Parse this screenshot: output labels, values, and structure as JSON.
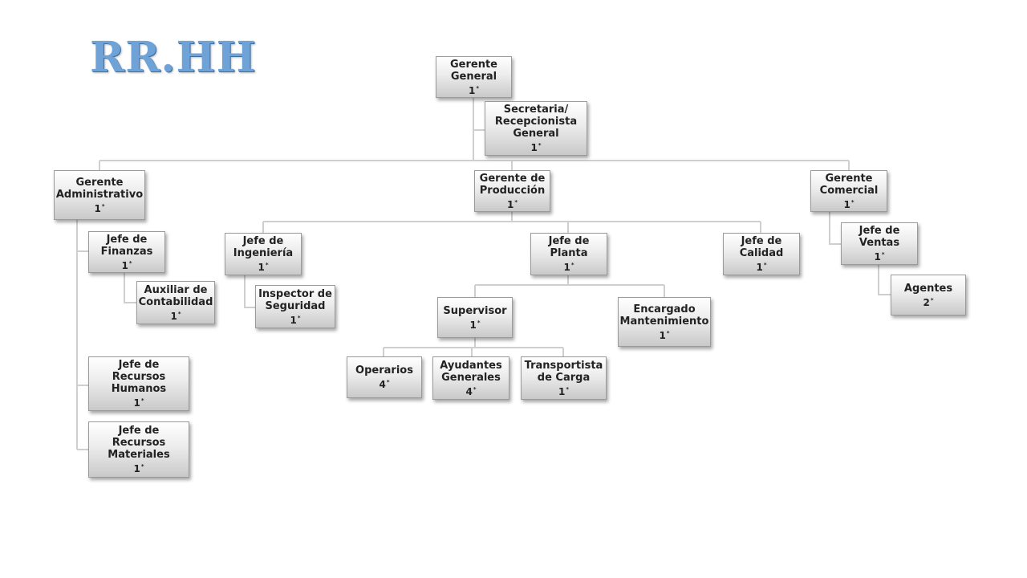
{
  "title": "RR.HH",
  "nodes": {
    "gerente_general": {
      "label": "Gerente\nGeneral",
      "count": "1"
    },
    "secretaria": {
      "label": "Secretaria/\nRecepcionista\nGeneral",
      "count": "1"
    },
    "gerente_administrativo": {
      "label": "Gerente\nAdministrativo",
      "count": "1"
    },
    "gerente_produccion": {
      "label": "Gerente de\nProducción",
      "count": "1"
    },
    "gerente_comercial": {
      "label": "Gerente\nComercial",
      "count": "1"
    },
    "jefe_finanzas": {
      "label": "Jefe de\nFinanzas",
      "count": "1"
    },
    "auxiliar_contabilidad": {
      "label": "Auxiliar de\nContabilidad",
      "count": "1"
    },
    "jefe_rrhh": {
      "label": "Jefe de\nRecursos\nHumanos",
      "count": "1"
    },
    "jefe_rrmm": {
      "label": "Jefe de\nRecursos\nMateriales",
      "count": "1"
    },
    "jefe_ingenieria": {
      "label": "Jefe de\nIngeniería",
      "count": "1"
    },
    "inspector_seguridad": {
      "label": "Inspector de\nSeguridad",
      "count": "1"
    },
    "jefe_planta": {
      "label": "Jefe de\nPlanta",
      "count": "1"
    },
    "jefe_calidad": {
      "label": "Jefe de\nCalidad",
      "count": "1"
    },
    "supervisor": {
      "label": "Supervisor",
      "count": "1"
    },
    "encargado_mantenimiento": {
      "label": "Encargado\nMantenimiento",
      "count": "1"
    },
    "operarios": {
      "label": "Operarios",
      "count": "4"
    },
    "ayudantes_generales": {
      "label": "Ayudantes\nGenerales",
      "count": "4"
    },
    "transportista_carga": {
      "label": "Transportista\nde Carga",
      "count": "1"
    },
    "jefe_ventas": {
      "label": "Jefe de\nVentas",
      "count": "1"
    },
    "agentes": {
      "label": "Agentes",
      "count": "2"
    }
  }
}
